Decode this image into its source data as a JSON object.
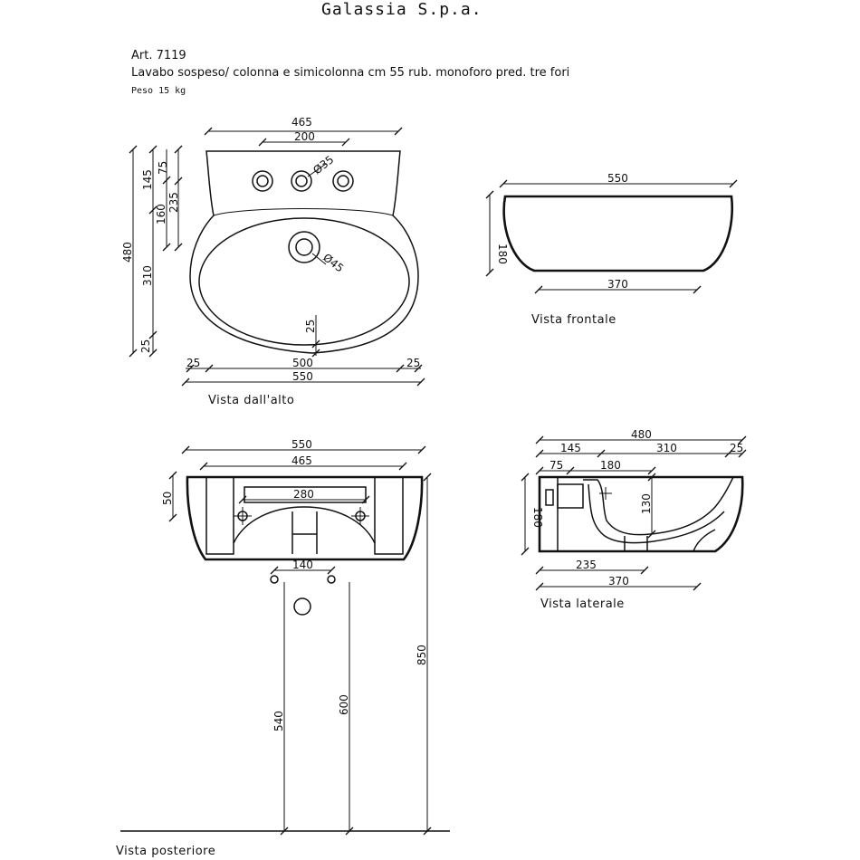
{
  "header": {
    "company": "Galassia S.p.a.",
    "article": "Art. 7119",
    "description": "Lavabo sospeso/ colonna e simicolonna cm 55  rub. monoforo pred. tre fori",
    "weight": "Peso 15 kg"
  },
  "views": {
    "top": {
      "caption": "Vista dall'alto",
      "dims": {
        "width_465": "465",
        "holes_200": "200",
        "hole_d35": "Ø35",
        "drain_d45": "Ø45",
        "depth_480": "480",
        "d145": "145",
        "d75": "75",
        "d235": "235",
        "d160": "160",
        "d310": "310",
        "d25_left": "25",
        "d25_inner": "25",
        "w25_left": "25",
        "w500": "500",
        "w25_right": "25",
        "w550": "550"
      }
    },
    "front": {
      "caption": "Vista frontale",
      "dims": {
        "w550": "550",
        "h180": "180",
        "w370": "370"
      }
    },
    "rear": {
      "caption": "Vista posteriore",
      "dims": {
        "w550": "550",
        "w465": "465",
        "h50": "50",
        "w280": "280",
        "w140": "140",
        "h850": "850",
        "h600": "600",
        "h540": "540"
      }
    },
    "side": {
      "caption": "Vista laterale",
      "dims": {
        "d480": "480",
        "d145": "145",
        "d310": "310",
        "d25": "25",
        "d75": "75",
        "d180_top": "180",
        "h130": "130",
        "h180": "180",
        "d235": "235",
        "d370": "370"
      }
    }
  }
}
